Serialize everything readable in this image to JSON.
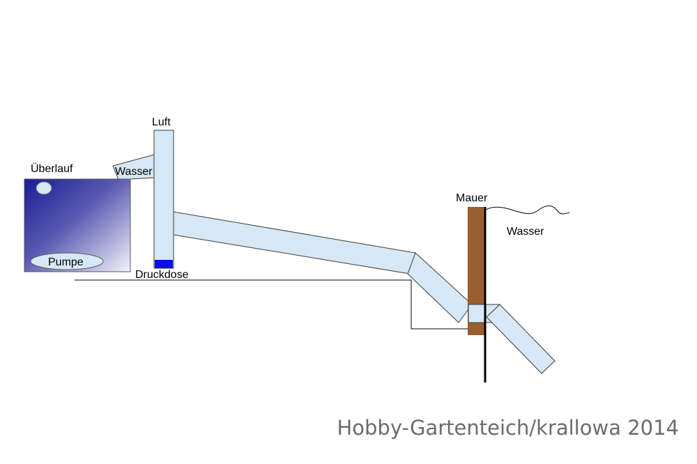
{
  "labels": {
    "luft": "Luft",
    "ueberlauf": "Überlauf",
    "wasser_left": "Wasser",
    "pumpe": "Pumpe",
    "druckdose": "Druckdose",
    "mauer": "Mauer",
    "wasser_right": "Wasser"
  },
  "credit": "Hobby-Gartenteich/krallowa 2014",
  "colors": {
    "pipe": "#d6e8f5",
    "pipe_stroke": "#3a3a3a",
    "tank_dark": "#1c1c94",
    "tank_light": "#f4f3fa",
    "pressure_box": "#0a10e6",
    "wall": "#9a5e30",
    "water_line": "#000000"
  }
}
